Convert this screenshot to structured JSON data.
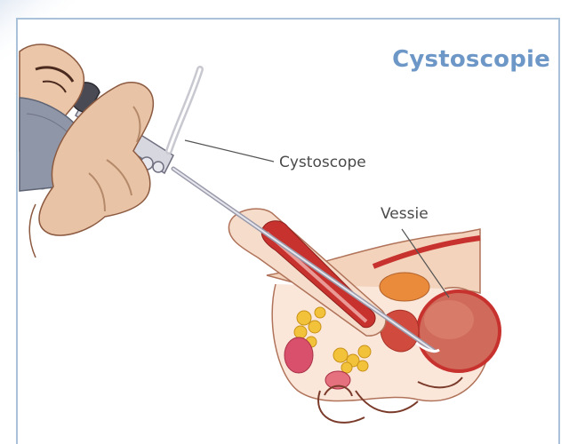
{
  "diagram": {
    "title": "Cystoscopie",
    "labels": {
      "cystoscope": "Cystoscope",
      "vessie": "Vessie"
    }
  },
  "colors": {
    "frame": "#a9c1d9",
    "title": "#6d97c6",
    "skin": "#e8c3a6",
    "skin_shadow": "#c99a7a",
    "organ_red": "#c8322e",
    "organ_pink": "#e99a96",
    "bladder": "#d06a5a",
    "fat_yellow": "#f2c33a",
    "prostate_orange": "#e98b3a",
    "instrument": "#c7c7d2",
    "mask": "#8f96a8"
  }
}
